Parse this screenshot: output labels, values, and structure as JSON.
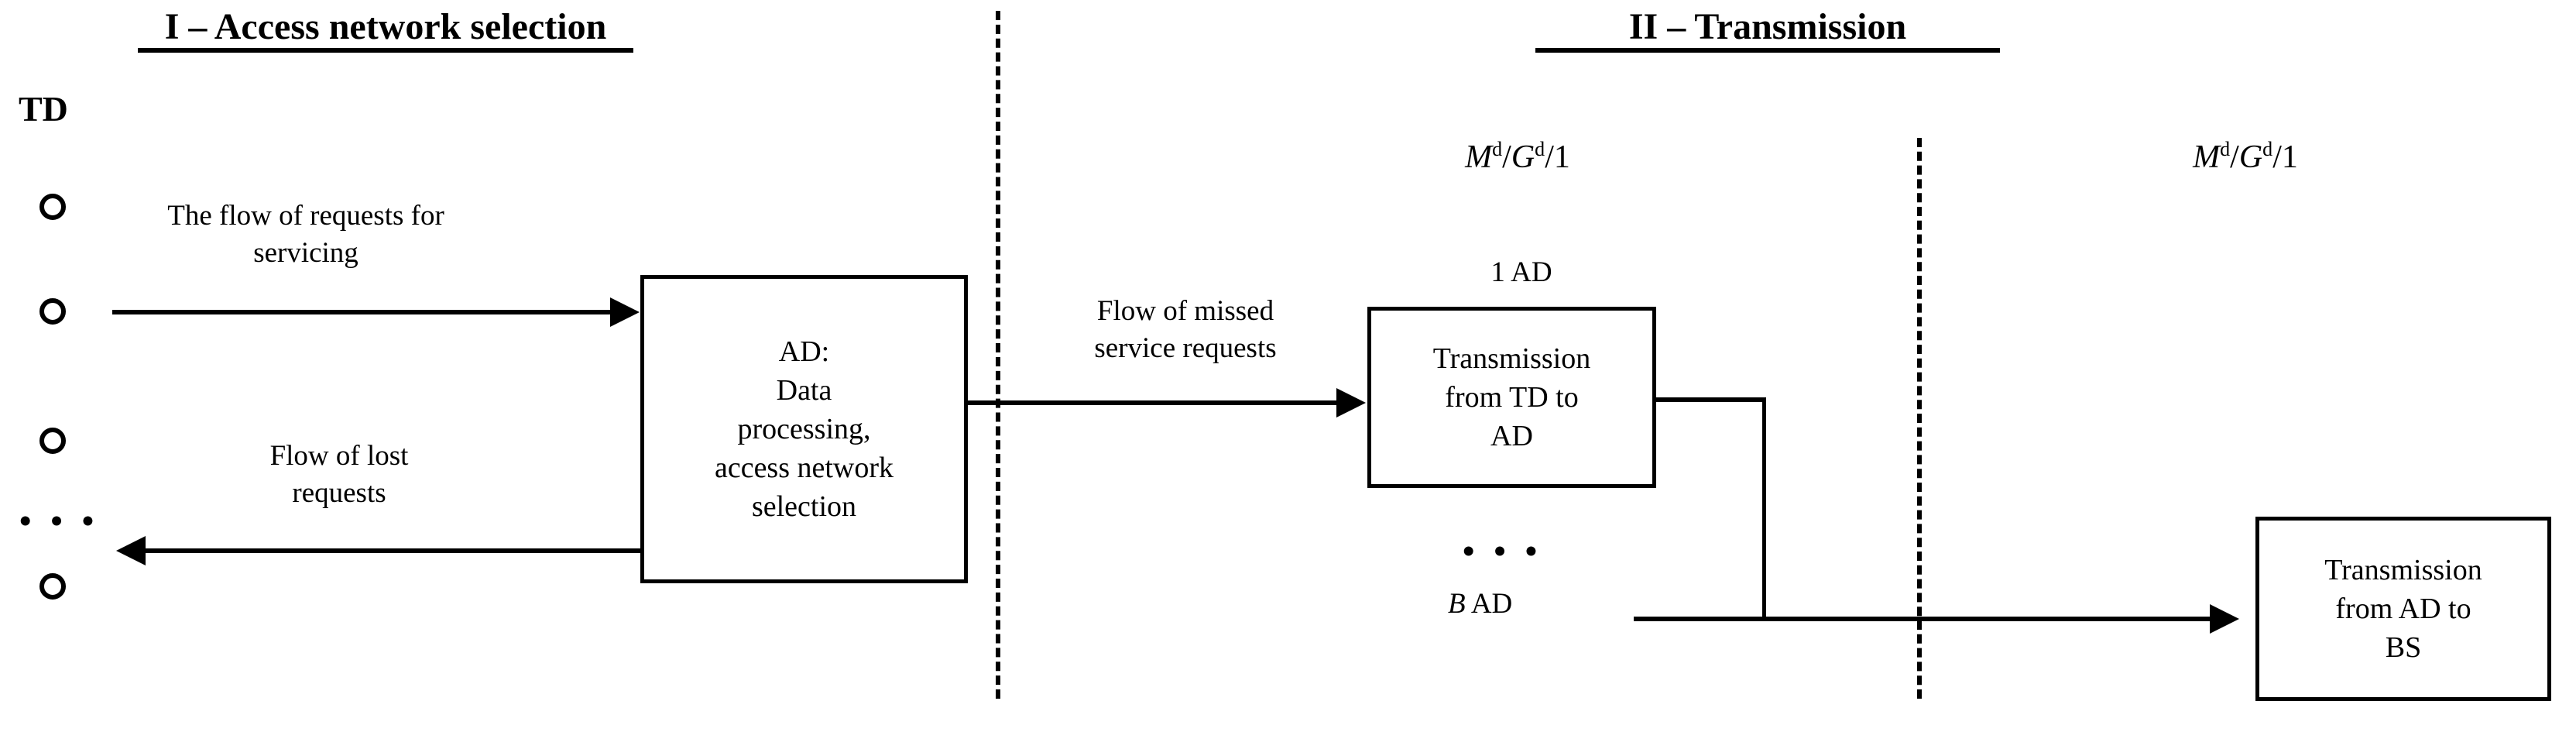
{
  "diagram": {
    "type": "block-flow-diagram",
    "background": "#ffffff",
    "line_color": "#000000"
  },
  "sections": [
    {
      "id": "I",
      "title": "I – Access network selection"
    },
    {
      "id": "II",
      "title": "II – Transmission"
    }
  ],
  "terminals": {
    "label": "TD",
    "count_shown": 4,
    "ellipsis": "• • •"
  },
  "queue_labels": [
    {
      "id": "q1",
      "prefix": "M",
      "sup1": "d",
      "sep1": "/",
      "middle": "G",
      "sup2": "d",
      "sep2": "/",
      "suffix": "1"
    },
    {
      "id": "q2",
      "prefix": "M",
      "sup1": "d",
      "sep1": "/",
      "middle": "G",
      "sup2": "d",
      "sep2": "/",
      "suffix": "1"
    }
  ],
  "boxes": [
    {
      "id": "ad-box",
      "text": "AD:\nData\nprocessing,\naccess network\nselection"
    },
    {
      "id": "transmission-td-ad",
      "text": "Transmission\nfrom TD to\nAD",
      "caption_above": "1 AD"
    },
    {
      "id": "transmission-ad-bs",
      "text": "Transmission\nfrom AD to\nBS"
    }
  ],
  "ad_group": {
    "first": "1 AD",
    "ellipsis": "• • •",
    "last_prefix": "B",
    "last_suffix": " AD"
  },
  "flows": [
    {
      "id": "requests-for-servicing",
      "label": "The flow of requests for\nservicing",
      "direction": "right"
    },
    {
      "id": "lost-requests",
      "label": "Flow of lost\nrequests",
      "direction": "left"
    },
    {
      "id": "missed-service-requests",
      "label": "Flow of missed\nservice requests",
      "direction": "right"
    }
  ]
}
